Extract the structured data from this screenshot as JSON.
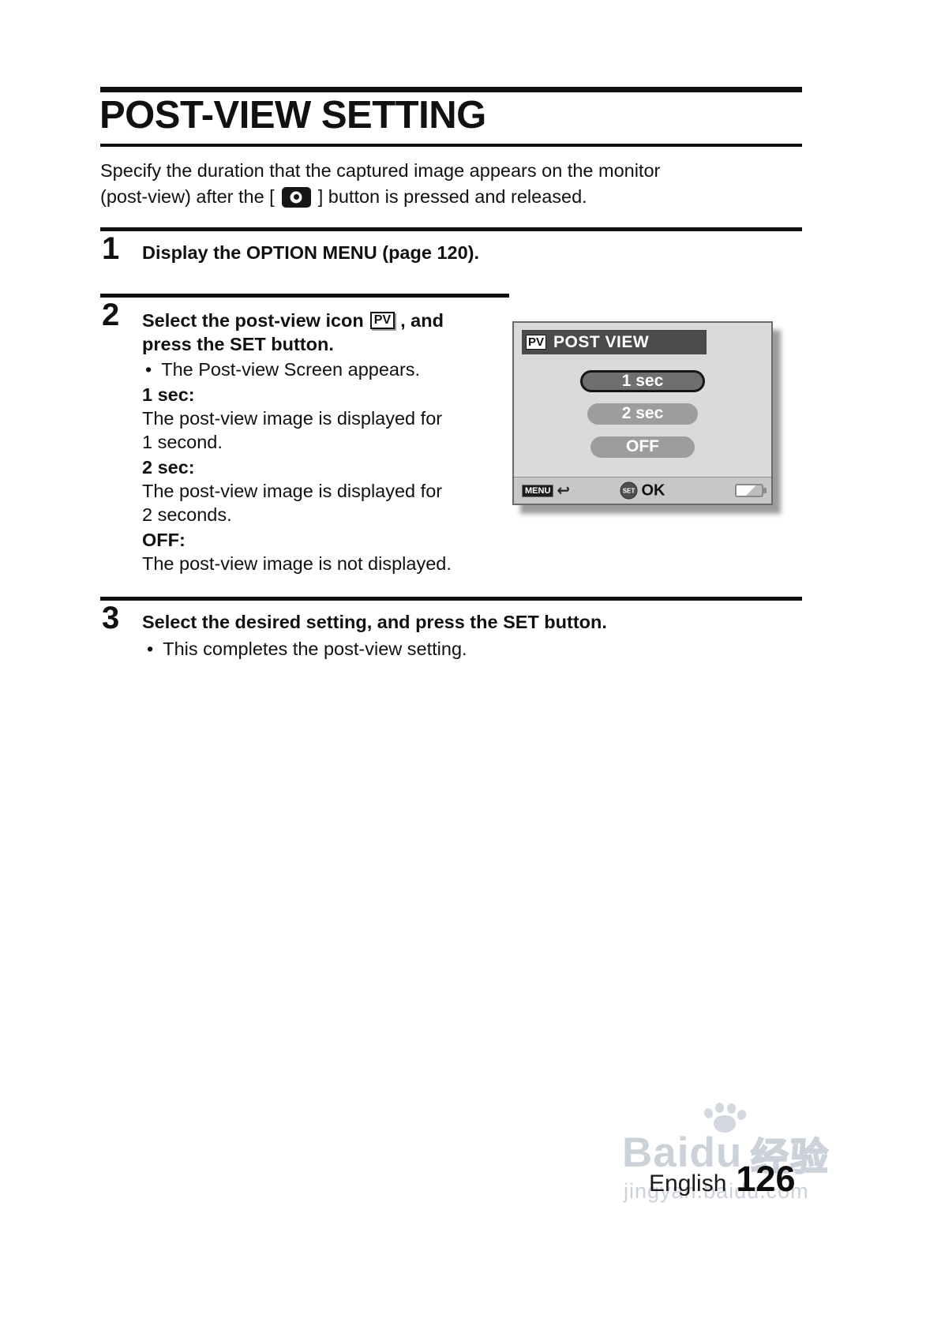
{
  "page": {
    "title": "POST-VIEW SETTING",
    "intro": {
      "line1": "Specify the duration that the captured image appears on the monitor",
      "line2_pre": "(post-view) after the [",
      "line2_post": "] button is pressed and released."
    }
  },
  "glyphs": {
    "bullet": "•",
    "return_arrow": "↩"
  },
  "steps": {
    "step1": {
      "number": "1",
      "heading": "Display the OPTION MENU (page 120)."
    },
    "step2": {
      "number": "2",
      "heading_pre": "Select the post-view icon",
      "pv_icon": "PV",
      "heading_post": ", and",
      "heading_line2": "press the SET button.",
      "bullet": "The Post-view Screen appears.",
      "opt1_label": "1 sec:",
      "opt1_desc_line1": "The post-view image is displayed for",
      "opt1_desc_line2": "1 second.",
      "opt2_label": "2 sec:",
      "opt2_desc_line1": "The post-view image is displayed for",
      "opt2_desc_line2": "2 seconds.",
      "opt3_label": "OFF:",
      "opt3_desc": "The post-view image is not displayed."
    },
    "step3": {
      "number": "3",
      "heading": "Select the desired setting, and press the SET button.",
      "bullet": "This completes the post-view setting."
    }
  },
  "camera_screen": {
    "pv_badge": "PV",
    "title": "POST VIEW",
    "option1": "1 sec",
    "option2": "2 sec",
    "option3": "OFF",
    "menu_label": "MENU",
    "set_label": "SET",
    "ok_label": "OK"
  },
  "footer": {
    "language": "English",
    "page_number": "126",
    "watermark_brand": "Baidu",
    "watermark_cn": "经验",
    "watermark_url": "jingyan.baidu.com"
  }
}
